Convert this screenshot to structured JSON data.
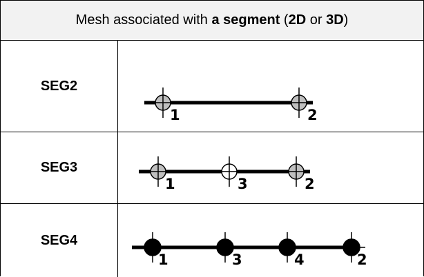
{
  "header": {
    "prefix": "Mesh associated with ",
    "bold1": "a segment",
    "mid1": " (",
    "bold2": "2D",
    "mid2": " or ",
    "bold3": "3D",
    "suffix": ")"
  },
  "rows": [
    {
      "label": "SEG2",
      "nodes": [
        {
          "label": "1",
          "style": "grey"
        },
        {
          "label": "2",
          "style": "grey"
        }
      ]
    },
    {
      "label": "SEG3",
      "nodes": [
        {
          "label": "1",
          "style": "grey"
        },
        {
          "label": "3",
          "style": "white"
        },
        {
          "label": "2",
          "style": "grey"
        }
      ]
    },
    {
      "label": "SEG4",
      "nodes": [
        {
          "label": "1",
          "style": "black"
        },
        {
          "label": "3",
          "style": "black"
        },
        {
          "label": "4",
          "style": "black"
        },
        {
          "label": "2",
          "style": "black"
        }
      ]
    }
  ],
  "colors": {
    "grey_node": "#bfbfbf",
    "white_node": "#ffffff",
    "black_node": "#000000",
    "header_bg": "#f2f2f2"
  }
}
